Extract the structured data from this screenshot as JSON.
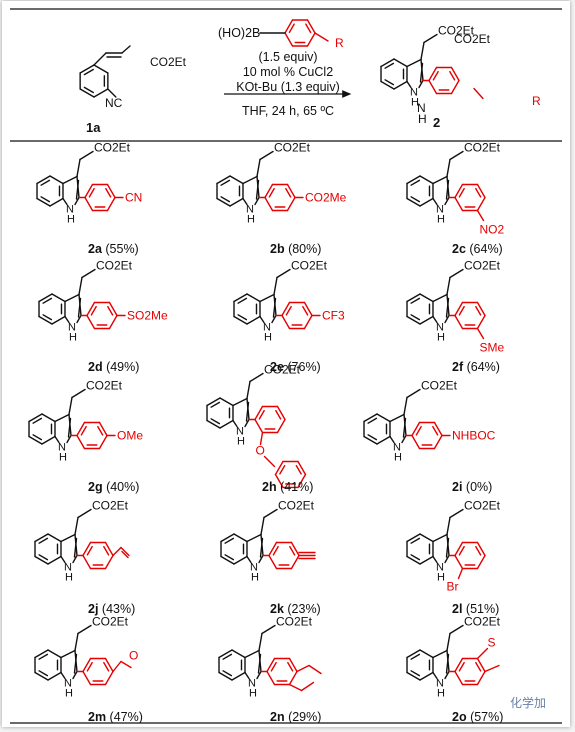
{
  "reaction": {
    "reagent_label": "(HO)2B",
    "reagent_r": "R",
    "conditions": [
      "(1.5 equiv)",
      "10 mol % CuCl2",
      "KOt-Bu (1.3 equiv)",
      "THF, 24 h, 65 ºC"
    ],
    "start_label": "1a",
    "start_groups": [
      "CO2Et",
      "NC"
    ],
    "product_label": "2",
    "product_groups": [
      "CO2Et",
      "H",
      "N",
      "R"
    ]
  },
  "compounds": [
    {
      "id": "2a",
      "yield": "(55%)",
      "subst": "CN"
    },
    {
      "id": "2b",
      "yield": "(80%)",
      "subst": "CO2Me"
    },
    {
      "id": "2c",
      "yield": "(64%)",
      "subst": "NO2"
    },
    {
      "id": "2d",
      "yield": "(49%)",
      "subst": "SO2Me"
    },
    {
      "id": "2e",
      "yield": "(76%)",
      "subst": "CF3"
    },
    {
      "id": "2f",
      "yield": "(64%)",
      "subst": "SMe"
    },
    {
      "id": "2g",
      "yield": "(40%)",
      "subst": "OMe"
    },
    {
      "id": "2h",
      "yield": "(41%)",
      "subst": "O"
    },
    {
      "id": "2i",
      "yield": "(0%)",
      "subst": "NHBOC"
    },
    {
      "id": "2j",
      "yield": "(43%)",
      "subst": ""
    },
    {
      "id": "2k",
      "yield": "(23%)",
      "subst": ""
    },
    {
      "id": "2l",
      "yield": "(51%)",
      "subst": "Br"
    },
    {
      "id": "2m",
      "yield": "(47%)",
      "subst": "O"
    },
    {
      "id": "2n",
      "yield": "(29%)",
      "subst": ""
    },
    {
      "id": "2o",
      "yield": "(57%)",
      "subst": "S"
    }
  ],
  "common_groups": {
    "ester": "CO2Et",
    "nh_n": "N",
    "nh_h": "H"
  },
  "watermark": "化学加",
  "colors": {
    "highlight": "#e60000",
    "ink": "#111111"
  }
}
